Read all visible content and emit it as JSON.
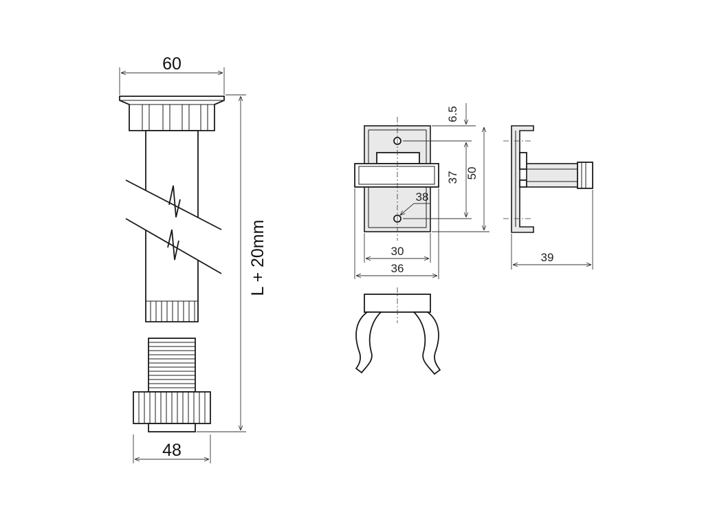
{
  "leg": {
    "top_width": "60",
    "bottom_width": "48",
    "length": "L + 20mm"
  },
  "clip": {
    "dim_top": "6.5",
    "dim_holes": "37",
    "dim_height": "50",
    "dim_hole_dia": "38",
    "dim_inner_width": "30",
    "dim_outer_width": "36",
    "dim_depth": "39"
  },
  "colors": {
    "line": "#1a1a1a",
    "fill_grey": "#e9e9e9"
  }
}
